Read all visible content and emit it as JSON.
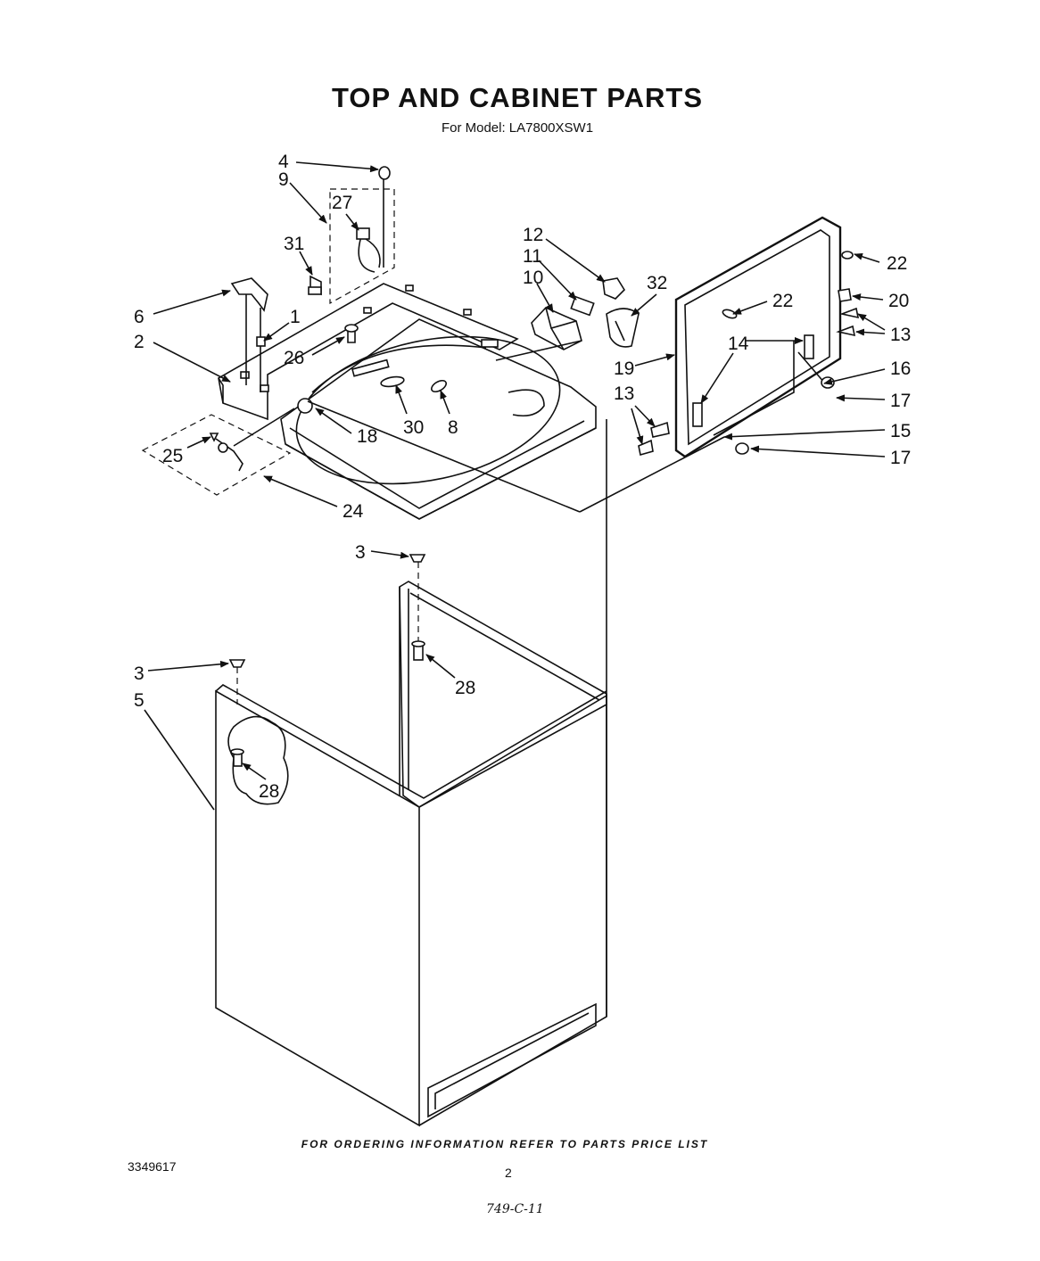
{
  "title": "TOP AND CABINET PARTS",
  "subtitle": "For Model: LA7800XSW1",
  "footer_note": "FOR ORDERING INFORMATION REFER TO PARTS PRICE LIST",
  "document_number": "3349617",
  "page_number": "2",
  "handwritten_note": "749-C-11",
  "callouts": [
    "4",
    "9",
    "27",
    "31",
    "6",
    "1",
    "2",
    "26",
    "30",
    "8",
    "18",
    "25",
    "24",
    "12",
    "11",
    "10",
    "32",
    "22",
    "22",
    "20",
    "13",
    "14",
    "19",
    "16",
    "17",
    "13",
    "15",
    "17",
    "3",
    "28",
    "3",
    "5",
    "28"
  ]
}
